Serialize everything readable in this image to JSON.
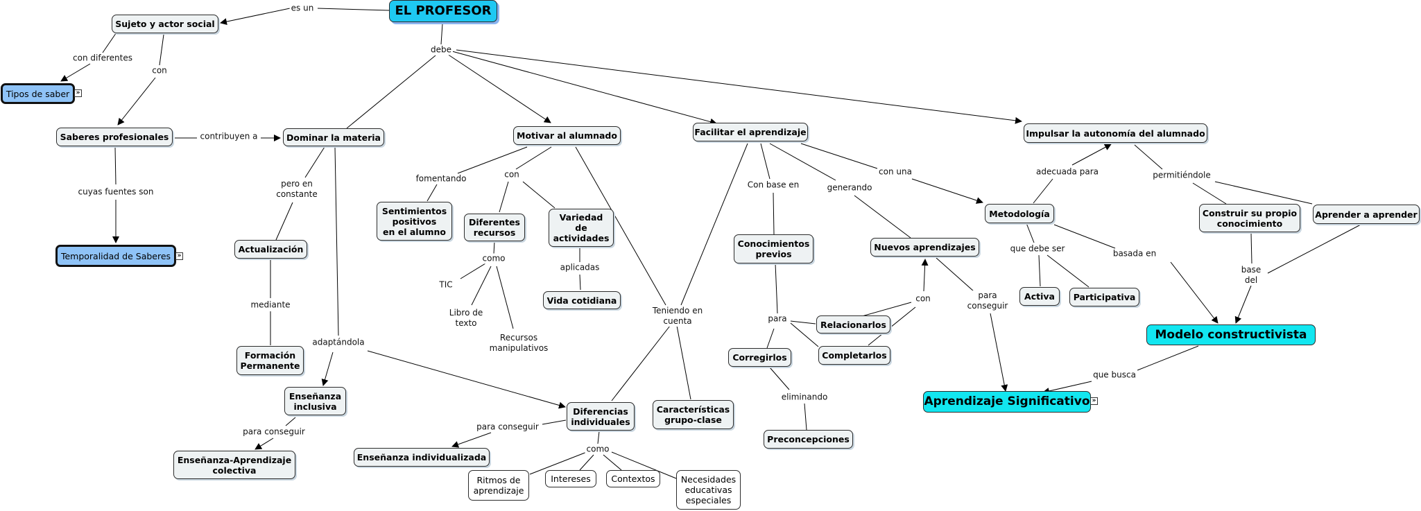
{
  "concepts": {
    "profesor": "EL PROFESOR",
    "sujeto_actor": "Sujeto y actor social",
    "tipos_saber": "Tipos de saber",
    "saberes_profesionales": "Saberes profesionales",
    "temporalidad": "Temporalidad de Saberes",
    "dominar_materia": "Dominar la materia",
    "motivar": "Motivar al alumnado",
    "facilitar": "Facilitar el aprendizaje",
    "impulsar": "Impulsar la autonomía del alumnado",
    "actualizacion": "Actualización",
    "formacion": "Formación\nPermanente",
    "ens_inclusiva": "Enseñanza\ninclusiva",
    "ens_aprendizaje": "Enseñanza-Aprendizaje\ncolectiva",
    "sentimientos": "Sentimientos\npositivos\nen el alumno",
    "diferentes_recursos": "Diferentes\nrecursos",
    "variedad": "Variedad\nde\nactividades",
    "vida_cotidiana": "Vida cotidiana",
    "diferencias": "Diferencias\nindividuales",
    "caracteristicas": "Características\ngrupo-clase",
    "ens_individualizada": "Enseñanza individualizada",
    "ritmos": "Ritmos de\naprendizaje",
    "intereses": "Intereses",
    "contextos": "Contextos",
    "necesidades": "Necesidades\neducativas\nespeciales",
    "conocimientos_previos": "Conocimientos\nprevios",
    "nuevos_aprendizajes": "Nuevos aprendizajes",
    "relacionarlos": "Relacionarlos",
    "completarlos": "Completarlos",
    "corregirlos": "Corregirlos",
    "preconcepciones": "Preconcepciones",
    "aprendizaje_significativo": "Aprendizaje Significativo",
    "metodologia": "Metodología",
    "activa": "Activa",
    "participativa": "Participativa",
    "construir": "Construir su propio\nconocimiento",
    "aprender": "Aprender a aprender",
    "modelo": "Modelo constructivista"
  },
  "linking_phrases": {
    "es_un": "es un",
    "debe": "debe",
    "con_diferentes": "con diferentes",
    "con_1": "con",
    "contribuyen": "contribuyen a",
    "cuyas_fuentes": "cuyas fuentes son",
    "pero_en": "pero en\nconstante",
    "mediante": "mediante",
    "adaptandola": "adaptándola",
    "para_conseguir_1": "para conseguir",
    "fomentando": "fomentando",
    "con_2": "con",
    "como_1": "como",
    "tic": "TIC",
    "libro": "Libro de\ntexto",
    "recursos_manip": "Recursos\nmanipulativos",
    "aplicadas": "aplicadas",
    "teniendo": "Teniendo en\ncuenta",
    "para_conseguir_2": "para conseguir",
    "como_2": "como",
    "con_base": "Con base en",
    "generando": "generando",
    "con_una": "con una",
    "para": "para",
    "con_3": "con",
    "para_conseguir_3": "para\nconseguir",
    "eliminando": "eliminando",
    "adecuada": "adecuada para",
    "que_debe_ser": "que debe ser",
    "basada": "basada en",
    "permitiendole": "permitiéndole",
    "base_del": "base\ndel",
    "que_busca": "que busca"
  },
  "colors": {
    "root": "#1ec8f2",
    "highlight": "#12e6f0",
    "linked_node": "#8fc3f7",
    "node_fill": "#eef2f3",
    "line": "#000000"
  },
  "icons": [
    "link-icon"
  ]
}
